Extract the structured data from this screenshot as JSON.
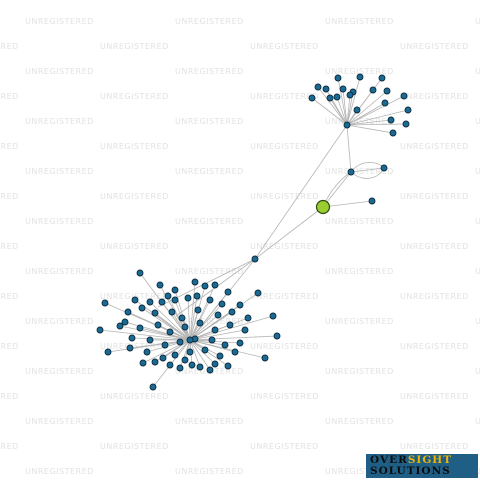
{
  "watermark": {
    "text": "UNREGISTERED"
  },
  "logo": {
    "word1_a": "OVER",
    "word1_b": "SIGHT",
    "word2": "SOLUTIONS"
  },
  "colors": {
    "node": "#1b6a93",
    "center_node": "#9acd32",
    "edge": "#b4b4b4",
    "logo_bg": "#1f5f86",
    "logo_accent": "#f0b400"
  }
}
